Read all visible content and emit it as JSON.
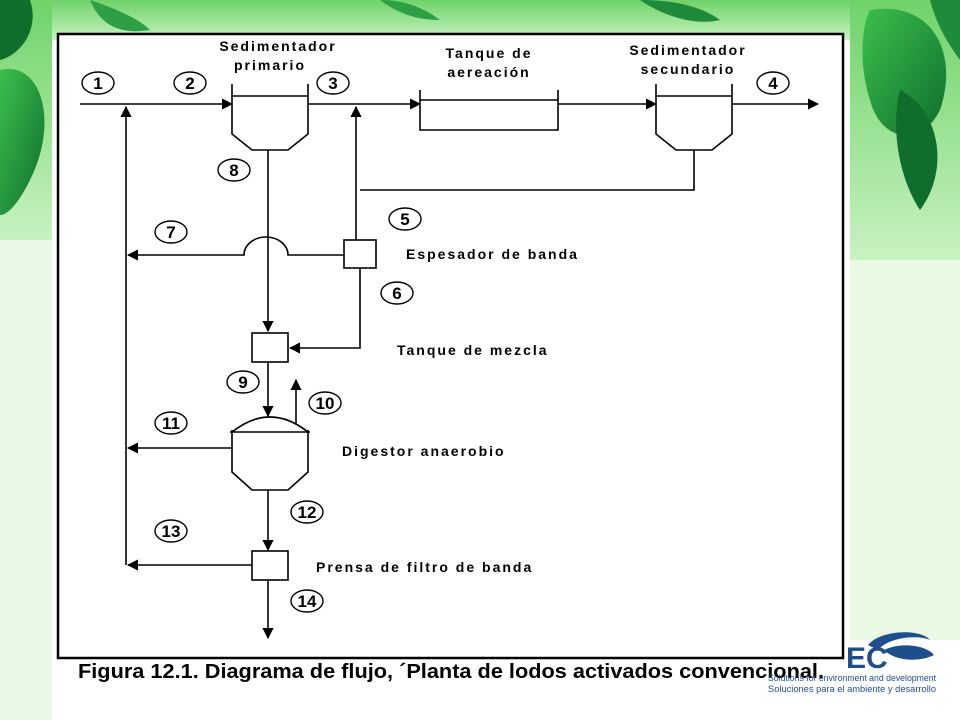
{
  "diagram": {
    "labels": {
      "sed_primario": [
        "Sedimentador",
        "primario"
      ],
      "tanque_aeracion": [
        "Tanque de",
        "aereación"
      ],
      "sed_secundario": [
        "Sedimentador",
        "secundario"
      ],
      "espesador": "Espesador de banda",
      "tanque_mezcla": "Tanque de mezcla",
      "digestor": "Digestor anaerobio",
      "prensa": "Prensa de filtro de banda"
    },
    "stream_numbers": [
      "1",
      "2",
      "3",
      "4",
      "5",
      "6",
      "7",
      "8",
      "9",
      "10",
      "11",
      "12",
      "13",
      "14"
    ]
  },
  "caption": "Figura 12.1. Diagrama de flujo, ´Planta de lodos activados convencional.",
  "logo": {
    "text": "EC",
    "tagline_en": "Solutions for environment and development",
    "tagline_es": "Soluciones para el ambiente y desarrollo"
  },
  "colors": {
    "leaf_dark": "#1e8a3c",
    "leaf_light": "#6fd36a",
    "background_green": "#7fe08a",
    "logo_blue": "#1f4e8c"
  }
}
